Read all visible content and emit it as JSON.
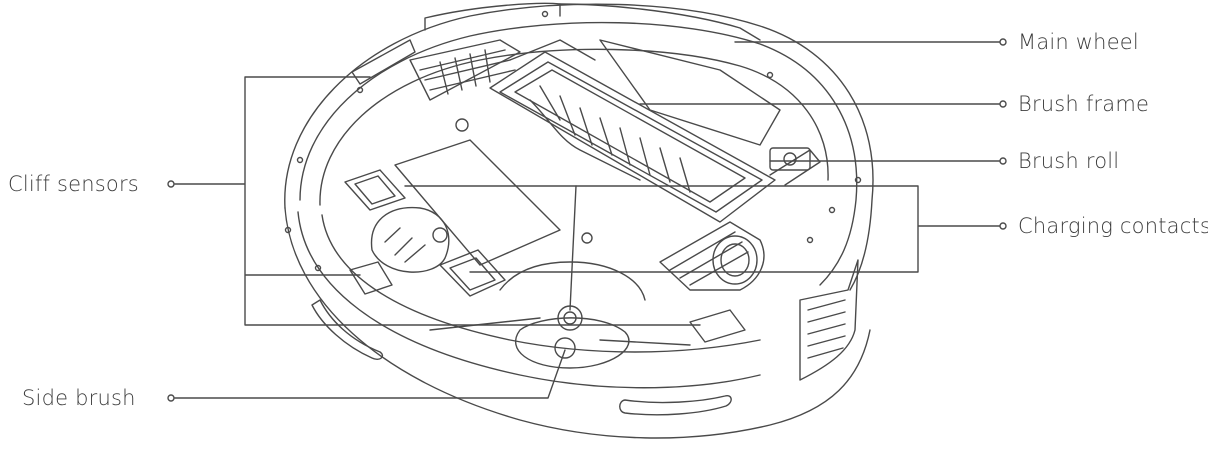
{
  "diagram": {
    "line_color": "#4a4a4a",
    "labels": {
      "main_wheel": "Main wheel",
      "brush_frame": "Brush frame",
      "brush_roll": "Brush roll",
      "charging_contacts": "Charging contacts",
      "cliff_sensors": "Cliff sensors",
      "side_brush": "Side brush"
    }
  }
}
